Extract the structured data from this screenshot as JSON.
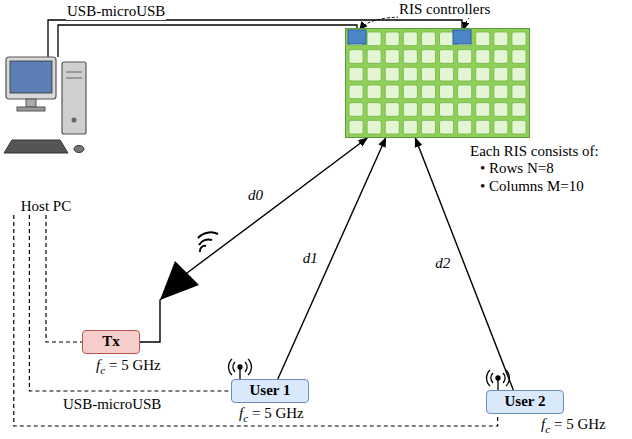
{
  "diagram": {
    "nodes": [
      {
        "text": [
          "Host PC"
        ]
      },
      {
        "text": [
          "Each RIS consists of:",
          "• Rows N=8",
          "• Columns M=10"
        ]
      },
      {
        "text": [
          "Tx"
        ]
      },
      {
        "text": [
          "User 1"
        ]
      },
      {
        "text": [
          "User 2"
        ]
      }
    ],
    "edges": [
      {
        "from": 0,
        "to": 2,
        "arrow": "none"
      },
      {
        "from": 0,
        "to": 3,
        "arrow": "none"
      },
      {
        "from": 0,
        "to": 4,
        "arrow": "none"
      },
      {
        "from": 2,
        "to": 1,
        "arrow": "to",
        "label": "d0"
      },
      {
        "from": 3,
        "to": 1,
        "arrow": "to",
        "label": "d1"
      },
      {
        "from": 4,
        "to": 1,
        "arrow": "to",
        "label": "d2"
      }
    ],
    "labels": [
      "USB-microUSB",
      "RIS controllers",
      "fc = 5 GHz",
      "fc = 5 GHz",
      "USB-microUSB",
      "fc = 5 GHz"
    ]
  }
}
